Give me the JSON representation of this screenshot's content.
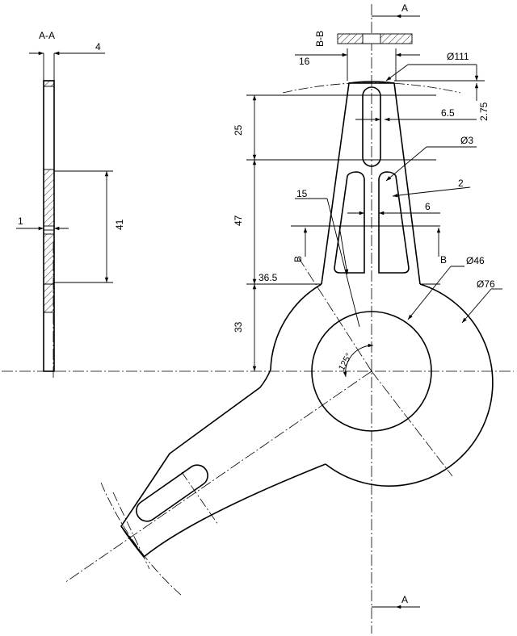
{
  "section_labels": {
    "aa_title": "A-A",
    "bb_title": "B-B",
    "a_top": "A",
    "a_bottom": "A",
    "b_left": "B",
    "b_right": "B"
  },
  "dimensions": {
    "d_4": "4",
    "d_1": "1",
    "d_41": "41",
    "d_16": "16",
    "d_111": "Ø111",
    "d_275": "2.75",
    "d_25": "25",
    "d_65": "6.5",
    "d_3": "Ø3",
    "d_2": "2",
    "d_15": "15",
    "d_47": "47",
    "d_6": "6",
    "d_46": "Ø46",
    "d_365": "36.5",
    "d_76": "Ø76",
    "d_33": "33",
    "d_125": "125°"
  }
}
